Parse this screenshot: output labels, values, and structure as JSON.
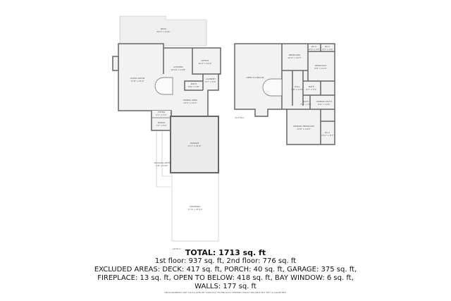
{
  "first_floor": {
    "label": "1st floor",
    "rooms": [
      {
        "name": "DECK",
        "dims": "24'3\" x 14'6\""
      },
      {
        "name": "LIVING ROOM",
        "dims": "17'8\" x 21'0\""
      },
      {
        "name": "KITCHEN",
        "dims": "10'10\" x 12'8\""
      },
      {
        "name": "OFFICE",
        "dims": "10'4\" x 11'9\""
      },
      {
        "name": "LAUNDRY",
        "dims": "5'7\" x 8'2\""
      },
      {
        "name": "BATH",
        "dims": "6'8\" x 5'6\""
      },
      {
        "name": "DINING AREA",
        "dims": "13'3\" x 14'3\""
      },
      {
        "name": "FOYER",
        "dims": "5'1\" x 5'1\""
      },
      {
        "name": "PORCH",
        "dims": "7'1\" x 5'2\""
      },
      {
        "name": "GARAGE",
        "dims": "17'7\" x 21'9\""
      },
      {
        "name": "WALKING PATH",
        "dims": "5'8\" x 19'0\""
      },
      {
        "name": "DRIVEWAY",
        "dims": "17'4\" x 25'11\""
      }
    ]
  },
  "second_floor": {
    "label": "2nd floor",
    "rooms": [
      {
        "name": "OPEN TO BELOW",
        "dims": ""
      },
      {
        "name": "BEDROOM",
        "dims": "10'3\" x 10'7\""
      },
      {
        "name": "W.I.C.",
        "dims": "4'5\" x 3'2\""
      },
      {
        "name": "W.I.C.",
        "dims": "4'7\" x 3'2\""
      },
      {
        "name": "BEDROOM",
        "dims": "9'8\" x 11'0\""
      },
      {
        "name": "HALL",
        "dims": "3'8\" x 13'5\""
      },
      {
        "name": "BATH",
        "dims": "6'7\" x 5'1\""
      },
      {
        "name": "BATH",
        "dims": "3'1\" x 4'5\""
      },
      {
        "name": "PRIMARY BATH",
        "dims": "9'9\" x 10'0\""
      },
      {
        "name": "PRIMARY BEDROOM",
        "dims": "13'8\" x 14'0\""
      },
      {
        "name": "W.I.C.",
        "dims": "4'11\" x 8'7\""
      }
    ]
  },
  "summary": {
    "total": "TOTAL: 1713 sq. ft",
    "line1": "1st floor: 937 sq. ft, 2nd floor: 776 sq. ft",
    "line2": "EXCLUDED AREAS: DECK: 417 sq. ft, PORCH: 40 sq. ft, GARAGE: 375 sq. ft,",
    "line3": "FIREPLACE: 13 sq. ft, OPEN TO BELOW: 418 sq. ft, BAY WINDOW: 6 sq. ft,",
    "line4": "WALLS: 177 sq. ft",
    "disclaimer": "MEASUREMENTS ARE CALCULATED BY CUBICASA TECHNOLOGY. DEEMED HIGHLY RELIABLE BUT NOT GUARANTEED."
  },
  "colors": {
    "wall": "#666666",
    "floor": "#f2f2f2",
    "exterior": "#ececec"
  }
}
